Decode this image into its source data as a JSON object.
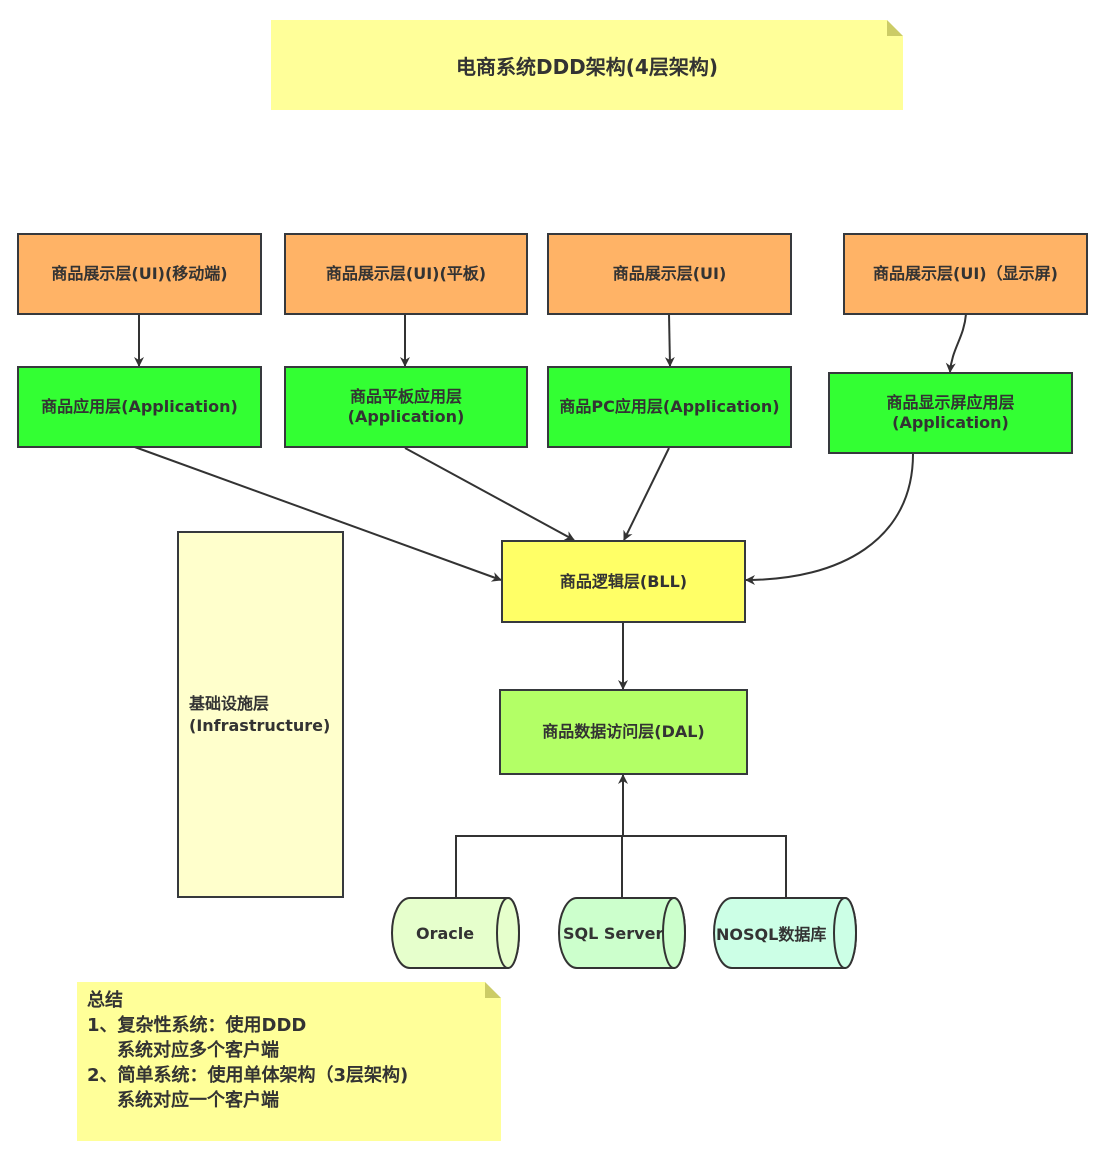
{
  "title": "电商系统DDD架构(4层架构)",
  "ui_layer": [
    {
      "label": "商品展示层(UI)(移动端)"
    },
    {
      "label": "商品展示层(UI)(平板)"
    },
    {
      "label": "商品展示层(UI)"
    },
    {
      "label": "商品展示层(UI)（显示屏)"
    }
  ],
  "app_layer": [
    {
      "label": "商品应用层(Application)"
    },
    {
      "label_line1": "商品平板应用层",
      "label_line2": "(Application)"
    },
    {
      "label": "商品PC应用层(Application)"
    },
    {
      "label_line1": "商品显示屏应用层",
      "label_line2": "(Application)"
    }
  ],
  "bll": {
    "label": "商品逻辑层(BLL)"
  },
  "dal": {
    "label": "商品数据访问层(DAL)"
  },
  "infrastructure": {
    "line1": "基础设施层",
    "line2": "(Infrastructure)"
  },
  "databases": [
    {
      "label": "Oracle",
      "color": "#e6ffcc"
    },
    {
      "label": "SQL Server",
      "color": "#ccffcc"
    },
    {
      "label": "NOSQL数据库",
      "color": "#ccffe6"
    }
  ],
  "summary": {
    "heading": "总结",
    "item1": "1、复杂性系统：使用DDD",
    "item1_sub": "系统对应多个客户端",
    "item2": "2、简单系统：使用单体架构（3层架构)",
    "item2_sub": "系统对应一个客户端"
  },
  "colors": {
    "ui": "#ffb366",
    "app": "#33ff33",
    "bll": "#ffff66",
    "dal": "#b3ff66",
    "infra": "#ffffcc",
    "note": "#ffff99",
    "stroke": "#36393d"
  }
}
